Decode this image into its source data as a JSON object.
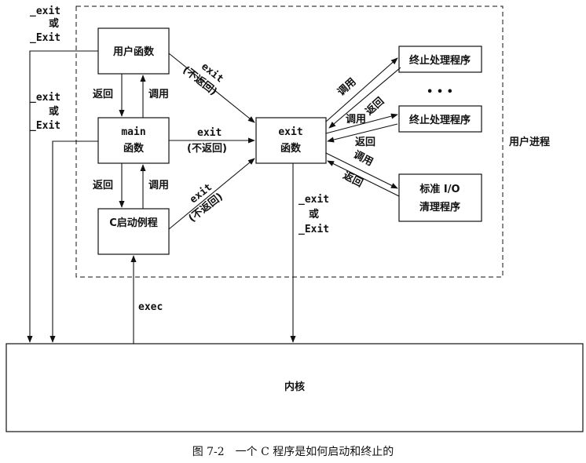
{
  "boxes": {
    "user_func": "用户函数",
    "main_line1": "main",
    "main_line2": "函数",
    "c_startup": "C启动例程",
    "exit_line1": "exit",
    "exit_line2": "函数",
    "exit_handler_1": "终止处理程序",
    "exit_handler_2": "终止处理程序",
    "stdio_line1": "标准 I/O",
    "stdio_line2": "清理程序",
    "kernel": "内核"
  },
  "labels": {
    "exit_or_Exit_top": [
      "_exit",
      "或",
      "_Exit"
    ],
    "exit_or_Exit_mid": [
      "_exit",
      "或",
      "_Exit"
    ],
    "exit_or_Exit_right": [
      "_exit",
      "或",
      "_Exit"
    ],
    "return": "返回",
    "call": "调用",
    "exit": "exit",
    "no_return": "(不返回)",
    "exec": "exec",
    "ellipsis": "• • •",
    "user_process": "用户进程"
  },
  "caption": "图 7-2　一个 C 程序是如何启动和终止的",
  "colors": {
    "ink": "#111111",
    "background": "#ffffff"
  }
}
